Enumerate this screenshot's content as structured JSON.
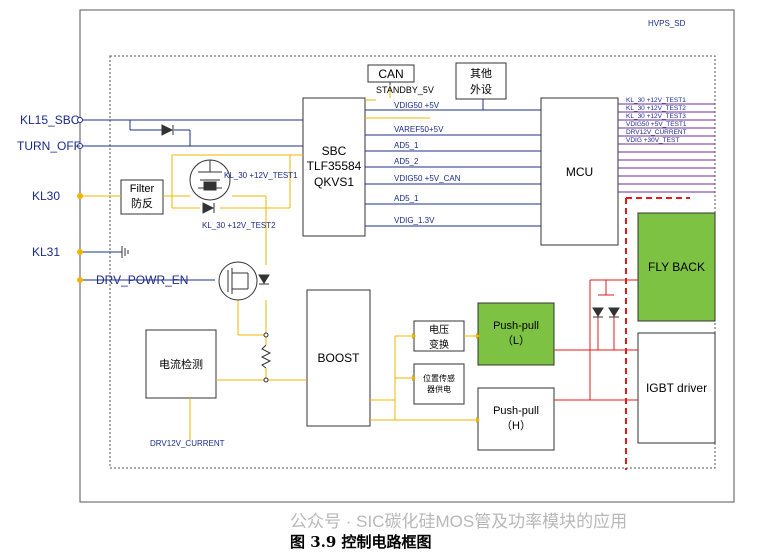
{
  "diagram": {
    "hvps_label": "HVPS_SD",
    "ports": {
      "kl15": "KL15_SBC",
      "turn_off": "TURN_OFF",
      "kl30": "KL30",
      "kl31": "KL31",
      "drv_powr": "DRV_POWR_EN",
      "drv_current": "DRV12V_CURRENT"
    },
    "blocks": {
      "can": "CAN",
      "standby": "STANDBY_5V",
      "other_1": "其他",
      "other_2": "外设",
      "sbc_1": "SBC",
      "sbc_2": "TLF35584",
      "sbc_3": "QKVS1",
      "mcu": "MCU",
      "filter_1": "Filter",
      "filter_2": "防反",
      "boost": "BOOST",
      "current_detect": "电流检测",
      "voltage_1": "电压",
      "voltage_2": "变换",
      "sensor_1": "位置传感",
      "sensor_2": "器供电",
      "pushpull_l_1": "Push-pull",
      "pushpull_l_2": "（L）",
      "pushpull_h_1": "Push-pull",
      "pushpull_h_2": "（H）",
      "flyback": "FLY BACK",
      "igbt": "IGBT driver"
    },
    "sbc_signals": {
      "vdig50": "VDIG50 +5V",
      "varef50": "VAREF50+5V",
      "ad5_1a": "AD5_1",
      "ad5_2": "AD5_2",
      "vdig50_can": "VDIG50 +5V_CAN",
      "ad5_1b": "AD5_1",
      "vdig13": "VDIG_1.3V"
    },
    "test_labels": {
      "test1": "KL_30 +12V_TEST1",
      "test2": "KL_30 +12V_TEST2"
    },
    "mcu_signals": [
      "KL_30 +12V_TEST1",
      "KL_30 +12V_TEST2",
      "KL_30 +12V_TEST3",
      "VDIG50 +5V_TEST1",
      "DRV12V_CURRENT",
      "VDIG +30V_TEST"
    ],
    "colors": {
      "line": "#1f2f8f",
      "wire": "#f0b400",
      "red": "#e01b1b",
      "purple": "#6b2c9f",
      "green": "#7dc242"
    }
  },
  "watermark": "公众号 · SIC碳化硅MOS管及功率模块的应用",
  "caption": "图 3.9  控制电路框图"
}
